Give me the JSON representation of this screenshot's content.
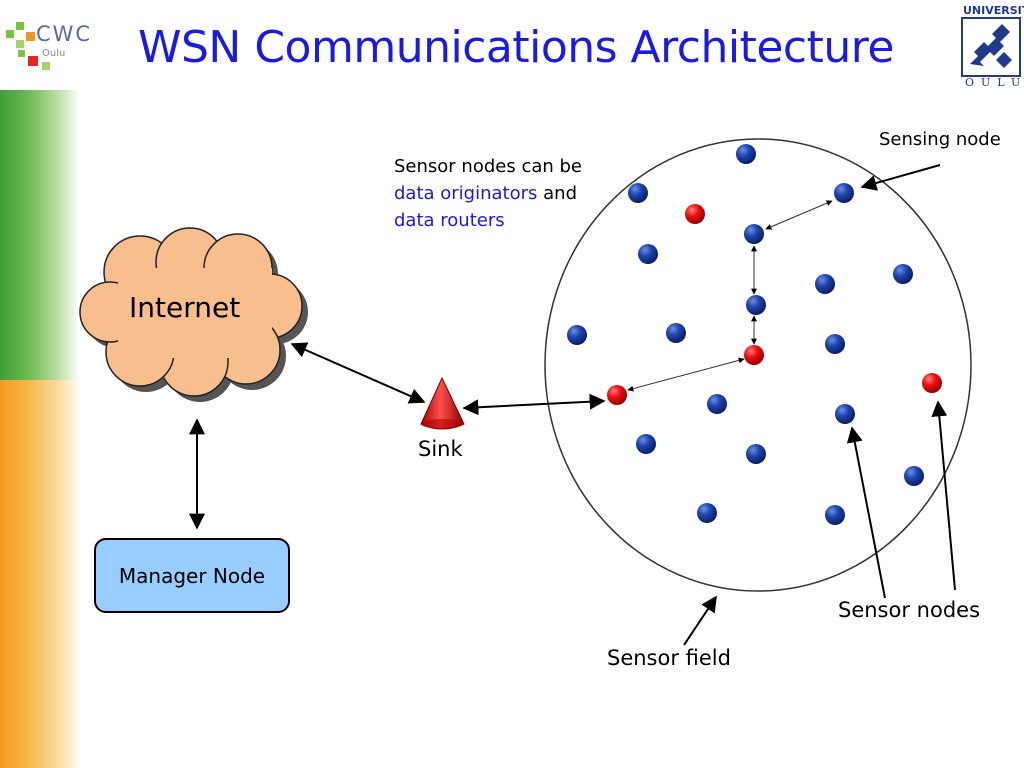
{
  "header": {
    "title": "WSN Communications Architecture",
    "left_logo_text": "CWC",
    "left_logo_subtext": "Oulu",
    "right_logo_top": "UNIVERSITY",
    "right_logo_bottom": "OULU"
  },
  "diagram": {
    "internet_label": "Internet",
    "manager_label": "Manager Node",
    "sink_label": "Sink",
    "sensing_node_label": "Sensing node",
    "sensor_nodes_label": "Sensor nodes",
    "sensor_field_label": "Sensor field",
    "note": {
      "line1": "Sensor nodes can be",
      "line2_blue": "data originators",
      "line2_rest": " and",
      "line3_blue": "data routers"
    }
  },
  "colors": {
    "title": "#1a1ae0",
    "node_blue": "#1b3f9c",
    "node_red": "#e01010",
    "cloud": "#f9be8e",
    "manager_box": "#99ccff"
  }
}
